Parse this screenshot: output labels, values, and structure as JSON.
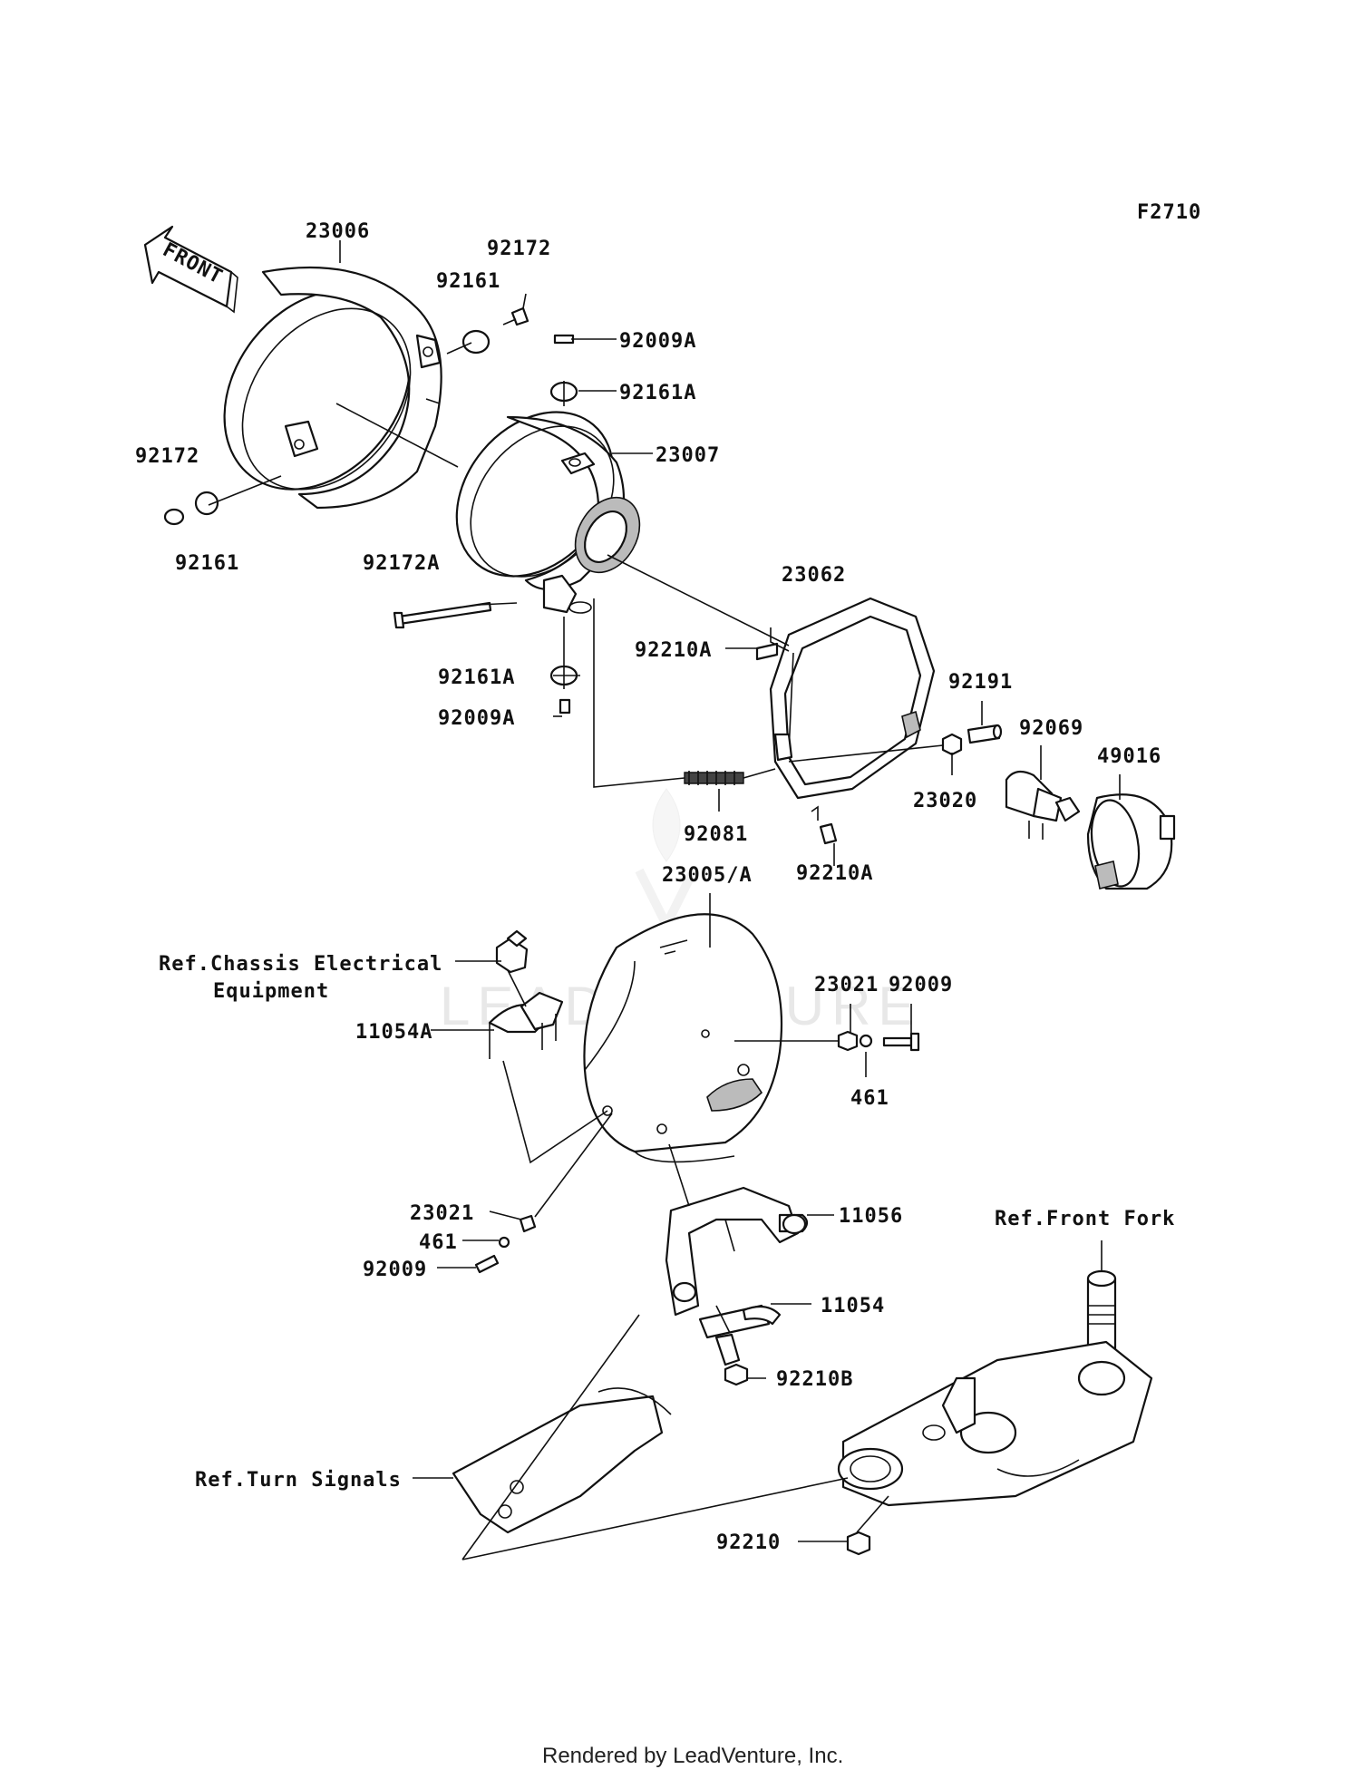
{
  "figure_code": "F2710",
  "watermark": "LEADVENTURE",
  "footer": "Rendered by LeadVenture, Inc.",
  "front_arrow": "FRONT",
  "callouts": [
    {
      "id": "c-23006",
      "text": "23006"
    },
    {
      "id": "c-92172-top",
      "text": "92172"
    },
    {
      "id": "c-92161-top",
      "text": "92161"
    },
    {
      "id": "c-92009A-top",
      "text": "92009A"
    },
    {
      "id": "c-92161A-top",
      "text": "92161A"
    },
    {
      "id": "c-23007",
      "text": "23007"
    },
    {
      "id": "c-92172-left",
      "text": "92172"
    },
    {
      "id": "c-92161-left",
      "text": "92161"
    },
    {
      "id": "c-92172A",
      "text": "92172A"
    },
    {
      "id": "c-23062",
      "text": "23062"
    },
    {
      "id": "c-92210A-top",
      "text": "92210A"
    },
    {
      "id": "c-92161A-bot",
      "text": "92161A"
    },
    {
      "id": "c-92009A-bot",
      "text": "92009A"
    },
    {
      "id": "c-92191",
      "text": "92191"
    },
    {
      "id": "c-92069",
      "text": "92069"
    },
    {
      "id": "c-49016",
      "text": "49016"
    },
    {
      "id": "c-23020",
      "text": "23020"
    },
    {
      "id": "c-92081",
      "text": "92081"
    },
    {
      "id": "c-92210A-bot",
      "text": "92210A"
    },
    {
      "id": "c-23005A",
      "text": "23005/A"
    },
    {
      "id": "c-23021-right",
      "text": "23021"
    },
    {
      "id": "c-92009-right",
      "text": "92009"
    },
    {
      "id": "c-461-right",
      "text": "461"
    },
    {
      "id": "c-11054A",
      "text": "11054A"
    },
    {
      "id": "c-23021-left",
      "text": "23021"
    },
    {
      "id": "c-461-left",
      "text": "461"
    },
    {
      "id": "c-92009-left",
      "text": "92009"
    },
    {
      "id": "c-11056",
      "text": "11056"
    },
    {
      "id": "c-11054",
      "text": "11054"
    },
    {
      "id": "c-92210B",
      "text": "92210B"
    },
    {
      "id": "c-92210",
      "text": "92210"
    }
  ],
  "references": {
    "chassis_line1": "Ref.Chassis Electrical",
    "chassis_line2": "Equipment",
    "front_fork": "Ref.Front Fork",
    "turn_signals": "Ref.Turn Signals"
  }
}
